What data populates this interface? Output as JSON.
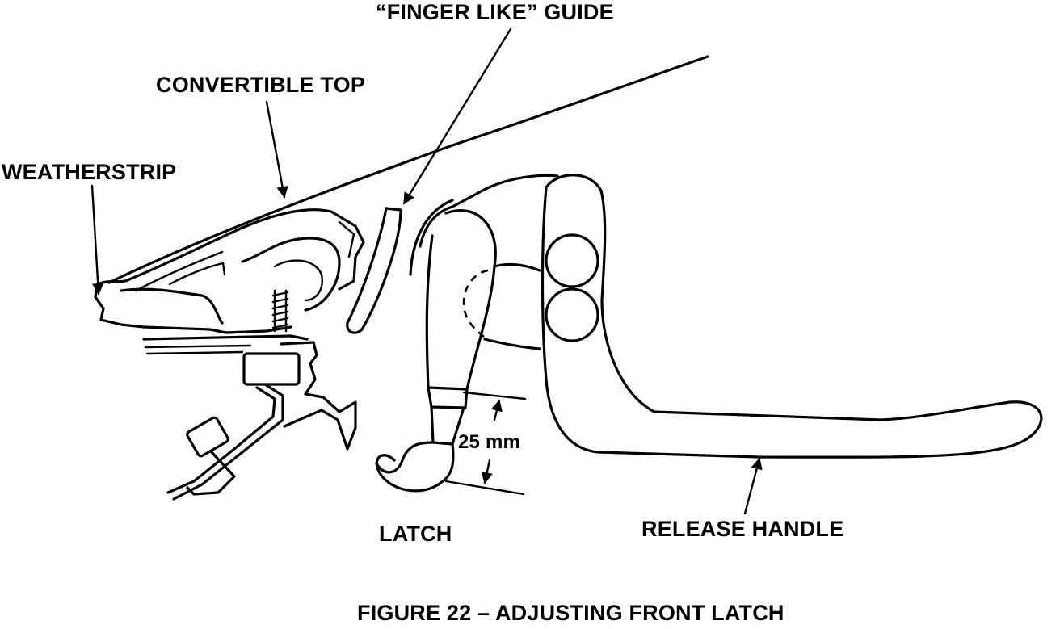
{
  "labels": {
    "finger_guide": "“FINGER LIKE” GUIDE",
    "convertible_top": "CONVERTIBLE TOP",
    "weatherstrip": "WEATHERSTRIP",
    "dimension": "25 mm",
    "latch": "LATCH",
    "release_handle": "RELEASE HANDLE",
    "caption": "FIGURE 22 – ADJUSTING FRONT LATCH"
  },
  "colors": {
    "ink": "#000000",
    "paper": "#ffffff"
  }
}
